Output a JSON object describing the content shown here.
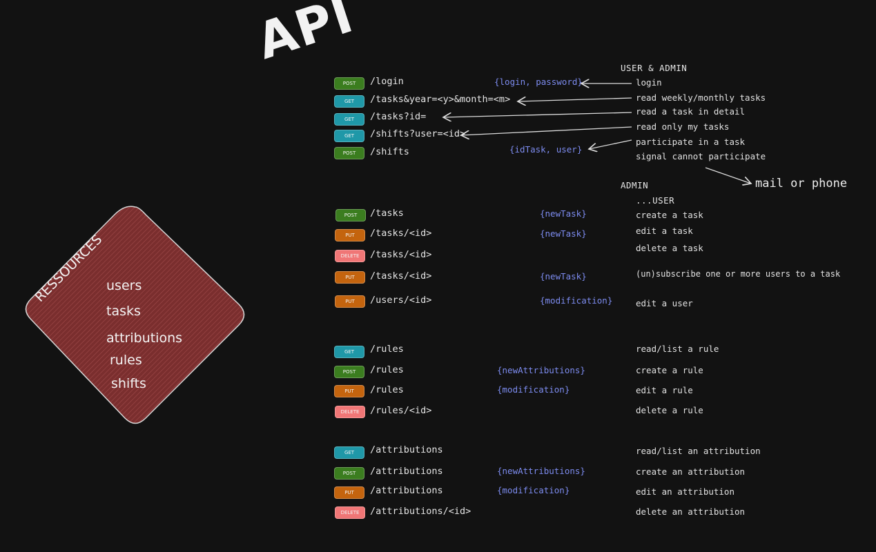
{
  "title": "API",
  "colors": {
    "background": "#121212",
    "post": "#3b7d1f",
    "get": "#1f98a8",
    "put": "#c4640e",
    "delete": "#f07676",
    "body_text": "#7d8cf0",
    "resources_fill": "#7a2e2e"
  },
  "resources": {
    "title": "RESSOURCES",
    "items": [
      "users",
      "tasks",
      "attributions",
      "rules",
      "shifts"
    ]
  },
  "sections": {
    "user_admin": "USER & ADMIN",
    "admin": "ADMIN",
    "admin_user": "...USER"
  },
  "note_mail": "mail or phone",
  "endpoints": [
    {
      "method": "POST",
      "path": "/login",
      "body": "{login, password}",
      "desc": "login"
    },
    {
      "method": "GET",
      "path": "/tasks&year=<y>&month=<m>",
      "body": "",
      "desc": "read weekly/monthly tasks"
    },
    {
      "method": "GET",
      "path": "/tasks?id=",
      "body": "",
      "desc": "read a task in detail"
    },
    {
      "method": "GET",
      "path": "/shifts?user=<id>",
      "body": "",
      "desc": "read only my tasks"
    },
    {
      "method": "POST",
      "path": "/shifts",
      "body": "{idTask, user}",
      "desc": "participate in a task"
    },
    {
      "method": "",
      "path": "",
      "body": "",
      "desc": "signal cannot participate"
    },
    {
      "method": "POST",
      "path": "/tasks",
      "body": "{newTask}",
      "desc": "create a task"
    },
    {
      "method": "PUT",
      "path": "/tasks/<id>",
      "body": "{newTask}",
      "desc": "edit a task"
    },
    {
      "method": "DELETE",
      "path": "/tasks/<id>",
      "body": "",
      "desc": "delete a task"
    },
    {
      "method": "PUT",
      "path": "/tasks/<id>",
      "body": "{newTask}",
      "desc": "(un)subscribe one or more users to a task"
    },
    {
      "method": "PUT",
      "path": "/users/<id>",
      "body": "{modification}",
      "desc": "edit a user"
    },
    {
      "method": "GET",
      "path": "/rules",
      "body": "",
      "desc": "read/list a rule"
    },
    {
      "method": "POST",
      "path": "/rules",
      "body": "{newAttributions}",
      "desc": "create a rule"
    },
    {
      "method": "PUT",
      "path": "/rules",
      "body": "{modification}",
      "desc": "edit a rule"
    },
    {
      "method": "DELETE",
      "path": "/rules/<id>",
      "body": "",
      "desc": "delete a rule"
    },
    {
      "method": "GET",
      "path": "/attributions",
      "body": "",
      "desc": "read/list an attribution"
    },
    {
      "method": "POST",
      "path": "/attributions",
      "body": "{newAttributions}",
      "desc": "create an attribution"
    },
    {
      "method": "PUT",
      "path": "/attributions",
      "body": "{modification}",
      "desc": "edit an attribution"
    },
    {
      "method": "DELETE",
      "path": "/attributions/<id>",
      "body": "",
      "desc": "delete an attribution"
    }
  ]
}
